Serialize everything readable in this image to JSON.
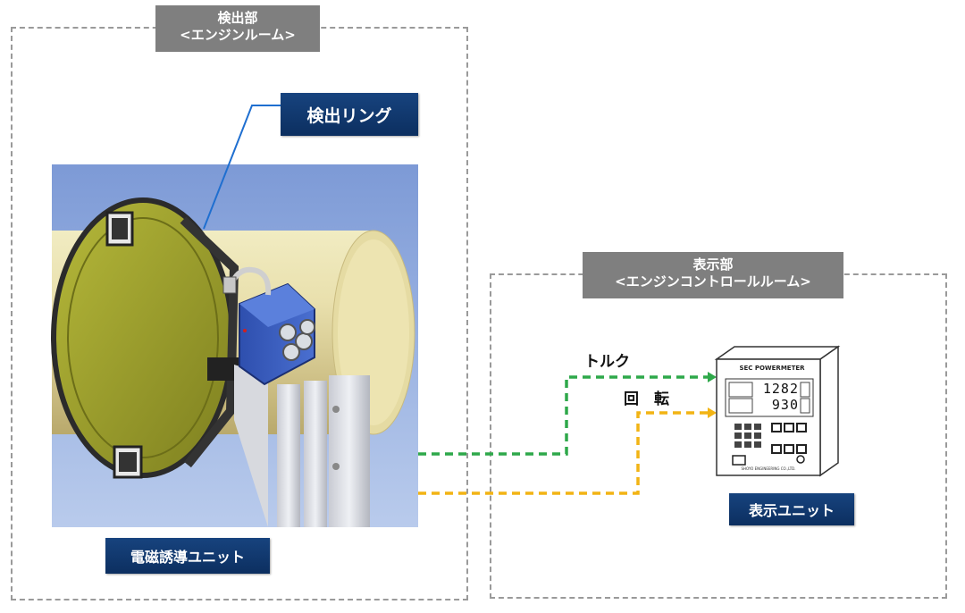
{
  "detector_section": {
    "title_line1": "検出部",
    "title_line2": "<エンジンルーム>"
  },
  "display_section": {
    "title_line1": "表示部",
    "title_line2": "<エンジンコントロールルーム>"
  },
  "labels": {
    "detection_ring": "検出リング",
    "induction_unit": "電磁誘導ユニット",
    "display_unit": "表示ユニット"
  },
  "signals": {
    "torque": "トルク",
    "rotation": "回　転"
  },
  "meter": {
    "brand": "SEC POWERMETER",
    "value_top": "1282",
    "value_bottom": "930",
    "maker": "SHOYO ENGINEERING CO.,LTD."
  },
  "colors": {
    "torque_line": "#2ea84a",
    "rotation_line": "#f2b414",
    "label_blue": "#17437e",
    "tag_gray": "#7f7f7f"
  }
}
